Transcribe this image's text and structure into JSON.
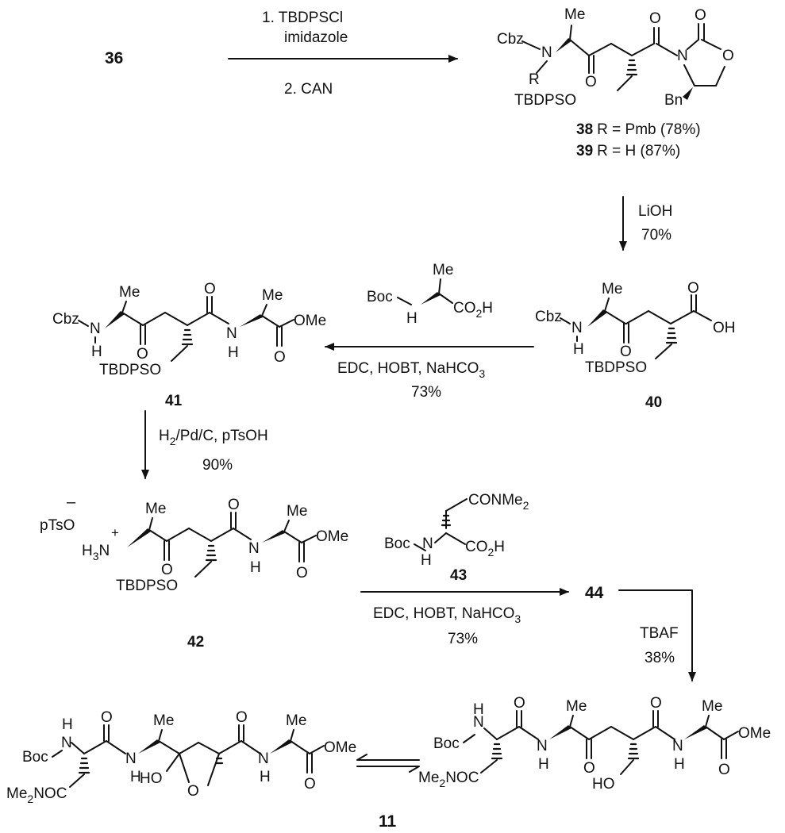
{
  "compounds": {
    "c36": "36",
    "c38": "38",
    "c39": "39",
    "c40": "40",
    "c41": "41",
    "c42": "42",
    "c43": "43",
    "c44": "44",
    "c11": "11"
  },
  "labels": {
    "r38": "R = Pmb (78%)",
    "r39": "R = H (87%)"
  },
  "conditions": {
    "step1_a": "1. TBDPSCl",
    "step1_b": "imidazole",
    "step1_c": "2. CAN",
    "lioh": "LiOH",
    "lioh_yield": "70%",
    "couple1": "EDC, HOBT, NaHCO",
    "couple1_sub": "3",
    "couple1_yield": "73%",
    "hydro": "H",
    "hydro_sub": "2",
    "hydro_rest": "/Pd/C, pTsOH",
    "hydro_yield": "90%",
    "couple2": "EDC, HOBT, NaHCO",
    "couple2_sub": "3",
    "couple2_yield": "73%",
    "tbaf": "TBAF",
    "tbaf_yield": "38%"
  },
  "atoms": {
    "cbz": "Cbz",
    "n": "N",
    "r": "R",
    "me": "Me",
    "o": "O",
    "tbdpso": "TBDPSO",
    "bn": "Bn",
    "oh": "OH",
    "h": "H",
    "boc": "Boc",
    "co2h": "CO",
    "co2h_sub": "2",
    "co2h_h": "H",
    "ome": "OMe",
    "ptso": "pTsO",
    "minus": "–",
    "plus": "+",
    "h3n": "H",
    "h3n_sub": "3",
    "h3n_n": "N",
    "conme2": "CONMe",
    "conme2_sub": "2",
    "me2noc": "Me",
    "me2noc_sub": "2",
    "me2noc_rest": "NOC",
    "ho": "HO",
    "nh": "NH"
  }
}
